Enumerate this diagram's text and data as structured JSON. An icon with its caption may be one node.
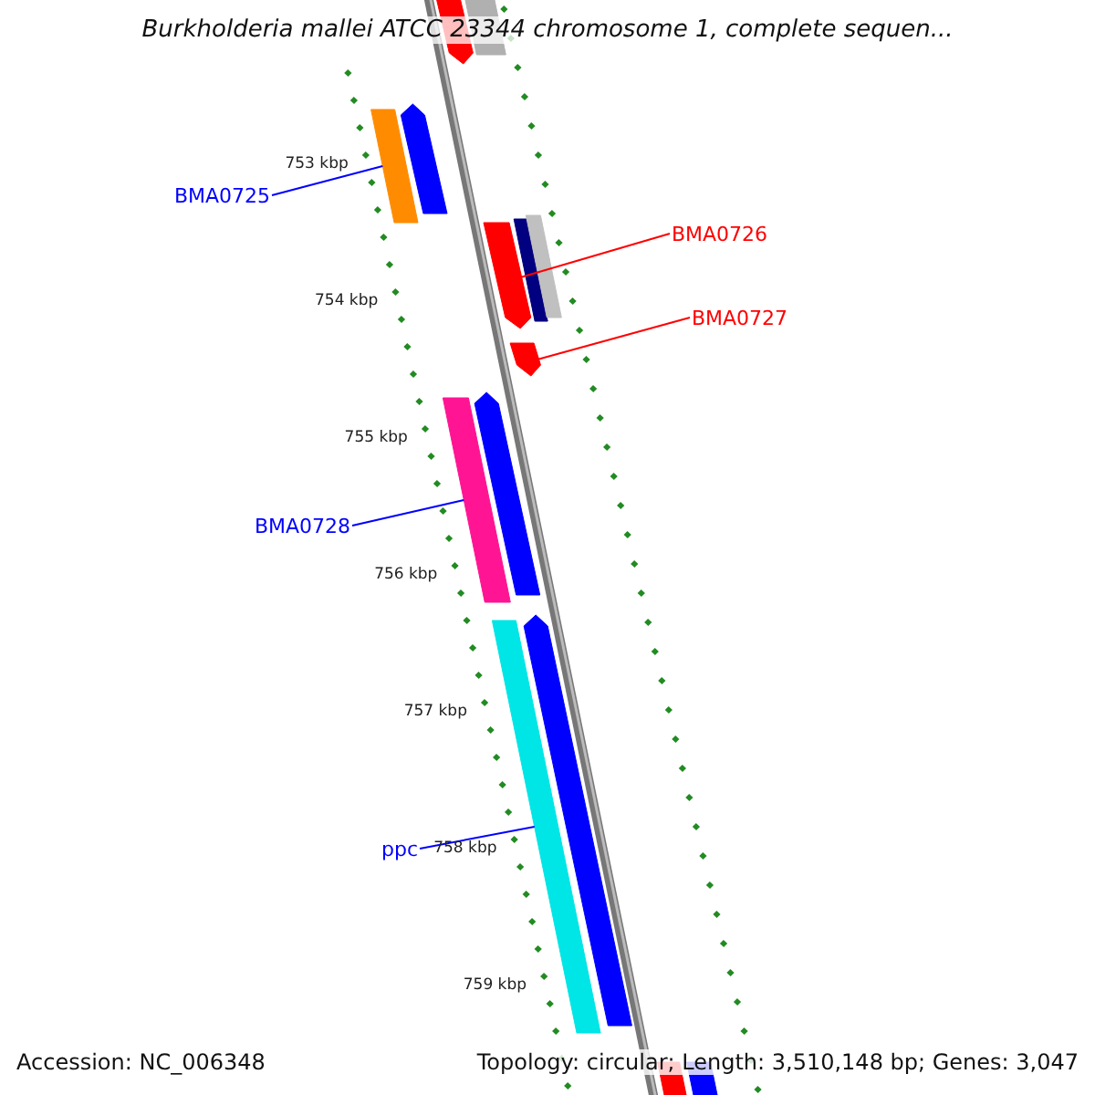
{
  "diagram": {
    "title": "Burkholderia mallei ATCC 23344 chromosome 1, complete sequen...",
    "nodes": [
      {
        "text": [],
        "shape": "bar"
      },
      {
        "text": [],
        "shape": "bar"
      },
      {
        "text": [],
        "shape": "bar"
      },
      {
        "text": [],
        "shape": "bar"
      },
      {
        "text": [
          "BMA0725"
        ]
      },
      {
        "text": [
          "BMA0726"
        ]
      },
      {
        "text": [],
        "shape": "bar"
      },
      {
        "text": [],
        "shape": "bar"
      },
      {
        "text": [],
        "shape": "bar"
      },
      {
        "text": [
          "BMA0727"
        ]
      },
      {
        "text": [],
        "shape": "bar"
      },
      {
        "text": [],
        "shape": "bar"
      },
      {
        "text": [],
        "shape": "bar"
      },
      {
        "text": [
          "BMA0728"
        ]
      },
      {
        "text": [],
        "shape": "bar"
      },
      {
        "text": [],
        "shape": "bar"
      },
      {
        "text": [
          "ppc"
        ]
      },
      {
        "text": [],
        "shape": "bar"
      },
      {
        "text": [],
        "shape": "bar"
      }
    ],
    "edges": [
      {
        "from": 4,
        "to": 2,
        "arrow": "none"
      },
      {
        "from": 5,
        "to": 6,
        "arrow": "none",
        "color": "#ff0000"
      },
      {
        "from": 9,
        "to": 10,
        "arrow": "none",
        "color": "#ff0000"
      },
      {
        "from": 13,
        "to": 11,
        "arrow": "none"
      },
      {
        "from": 16,
        "to": 14,
        "arrow": "none"
      }
    ],
    "labels": [
      "753 kbp",
      "754 kbp",
      "755 kbp",
      "756 kbp",
      "757 kbp",
      "758 kbp",
      "759 kbp",
      "Accession: NC_006348",
      "Topology: circular; Length: 3,510,148 bp; Genes: 3,047"
    ]
  }
}
